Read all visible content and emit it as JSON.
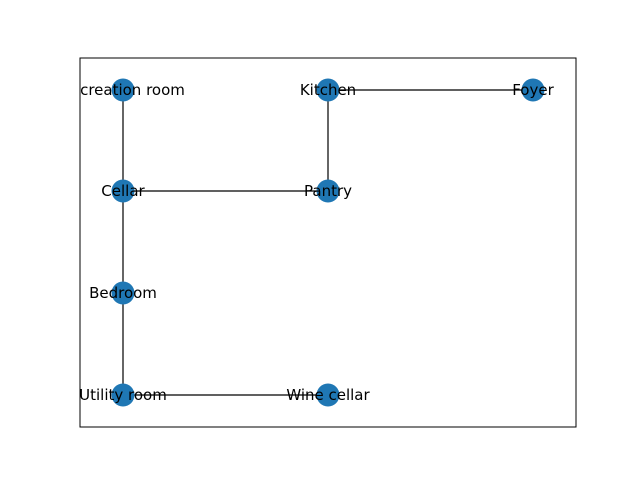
{
  "graph": {
    "node_color": "#1f77b4",
    "edge_color": "#000000",
    "nodes": [
      {
        "id": "recreation_room",
        "label": "Recreation room",
        "col": 0,
        "row": 0
      },
      {
        "id": "kitchen",
        "label": "Kitchen",
        "col": 1,
        "row": 0
      },
      {
        "id": "foyer",
        "label": "Foyer",
        "col": 2,
        "row": 0
      },
      {
        "id": "cellar",
        "label": "Cellar",
        "col": 0,
        "row": 1
      },
      {
        "id": "pantry",
        "label": "Pantry",
        "col": 1,
        "row": 1
      },
      {
        "id": "bedroom",
        "label": "Bedroom",
        "col": 0,
        "row": 2
      },
      {
        "id": "utility_room",
        "label": "Utility room",
        "col": 0,
        "row": 3
      },
      {
        "id": "wine_cellar",
        "label": "Wine cellar",
        "col": 1,
        "row": 3
      }
    ],
    "edges": [
      [
        "recreation_room",
        "cellar"
      ],
      [
        "kitchen",
        "foyer"
      ],
      [
        "kitchen",
        "pantry"
      ],
      [
        "cellar",
        "pantry"
      ],
      [
        "cellar",
        "bedroom"
      ],
      [
        "bedroom",
        "utility_room"
      ],
      [
        "utility_room",
        "wine_cellar"
      ]
    ]
  }
}
